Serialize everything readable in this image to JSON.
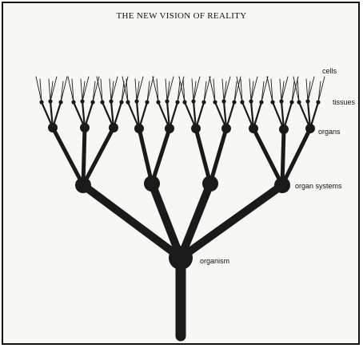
{
  "title": "THE NEW VISION OF REALITY",
  "labels": {
    "cells": "cells",
    "tissues": "tissues",
    "organs": "organs",
    "organ_systems": "organ systems",
    "organism": "organism"
  },
  "colors": {
    "ink": "#1a1a1a",
    "background": "#f7f7f4"
  }
}
